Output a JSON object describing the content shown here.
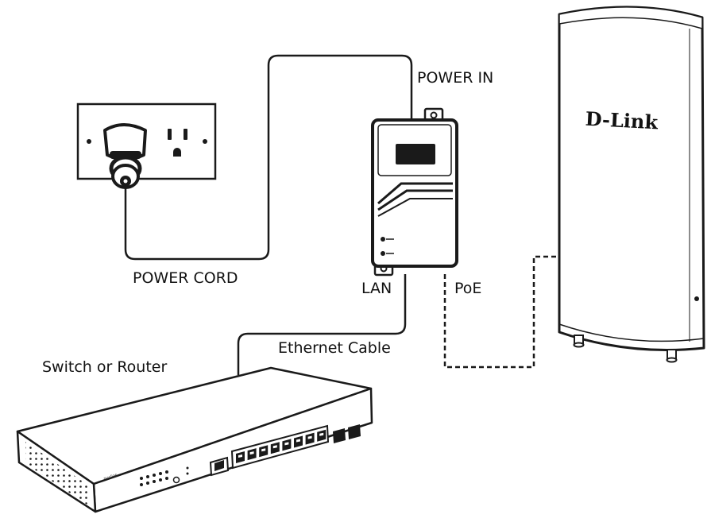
{
  "labels": {
    "power_in": "POWER IN",
    "power_cord": "POWER CORD",
    "lan": "LAN",
    "poe": "PoE",
    "ethernet_cable": "Ethernet Cable",
    "switch_or_router": "Switch or Router"
  },
  "access_point": {
    "brand": "D-Link"
  },
  "switch": {
    "brand": "nuclias"
  },
  "colors": {
    "line": "#1a1a1a",
    "fill": "#ffffff",
    "screen": "#1a1a1a"
  }
}
